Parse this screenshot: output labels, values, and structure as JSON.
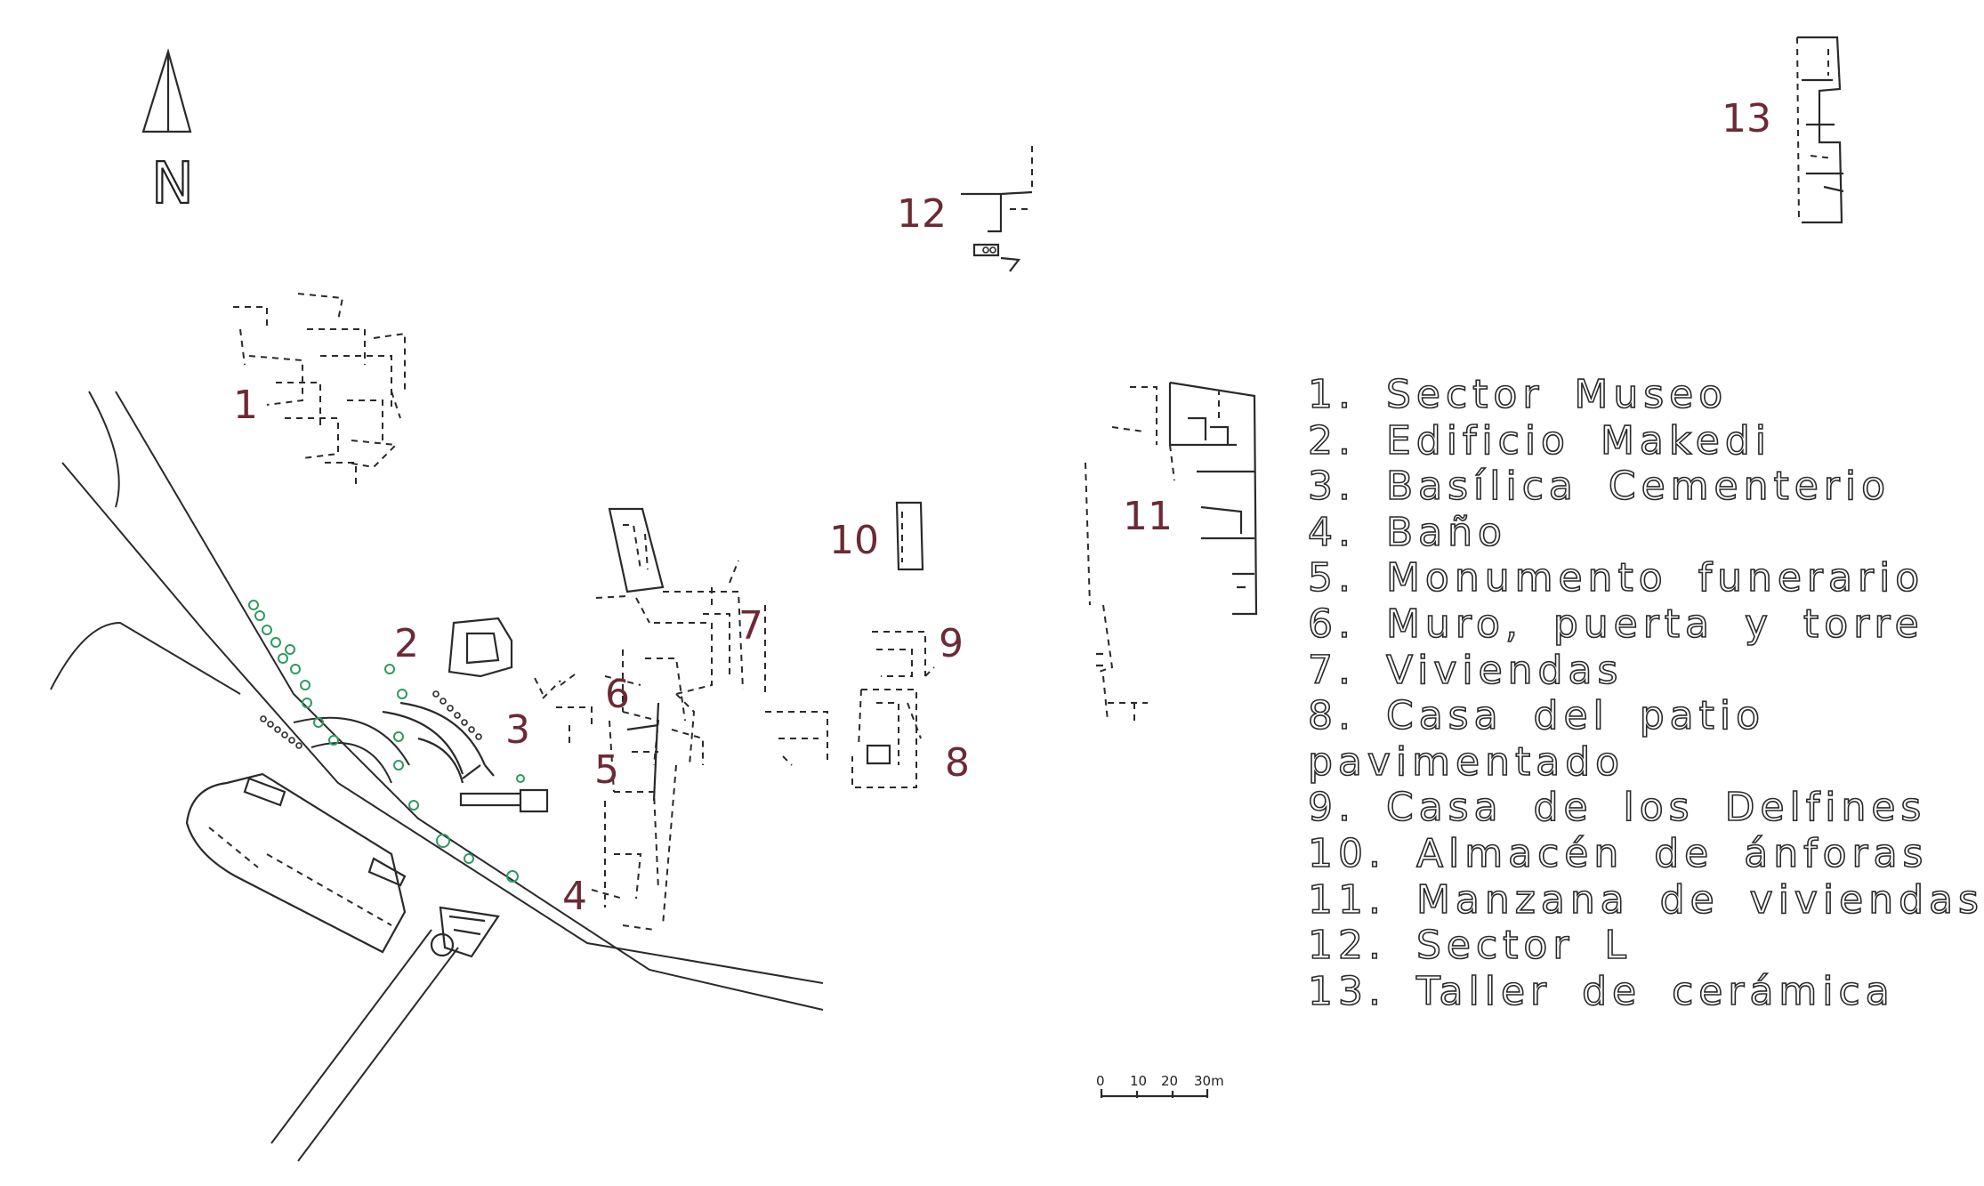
{
  "north_arrow": {
    "letter": "N"
  },
  "site_labels": [
    "1",
    "2",
    "3",
    "4",
    "5",
    "6",
    "7",
    "8",
    "9",
    "10",
    "11",
    "12",
    "13"
  ],
  "legend": [
    "1. Sector Museo",
    "2. Edificio Makedi",
    "3. Basílica Cementerio",
    "4. Baño",
    "5. Monumento funerario",
    "6. Muro, puerta y torre",
    "7. Viviendas",
    "8. Casa del patio pavimentado",
    "9. Casa de los Delfines",
    "10. Almacén de ánforas",
    "11. Manzana de viviendas",
    "12. Sector L",
    "13. Taller de cerámica"
  ],
  "scale_bar": {
    "ticks": [
      "0",
      "10",
      "20",
      "30m"
    ]
  },
  "colors": {
    "site_numbers": "#6b2a35",
    "trees": "#2e9a62",
    "lines": "#2a2a2a"
  }
}
